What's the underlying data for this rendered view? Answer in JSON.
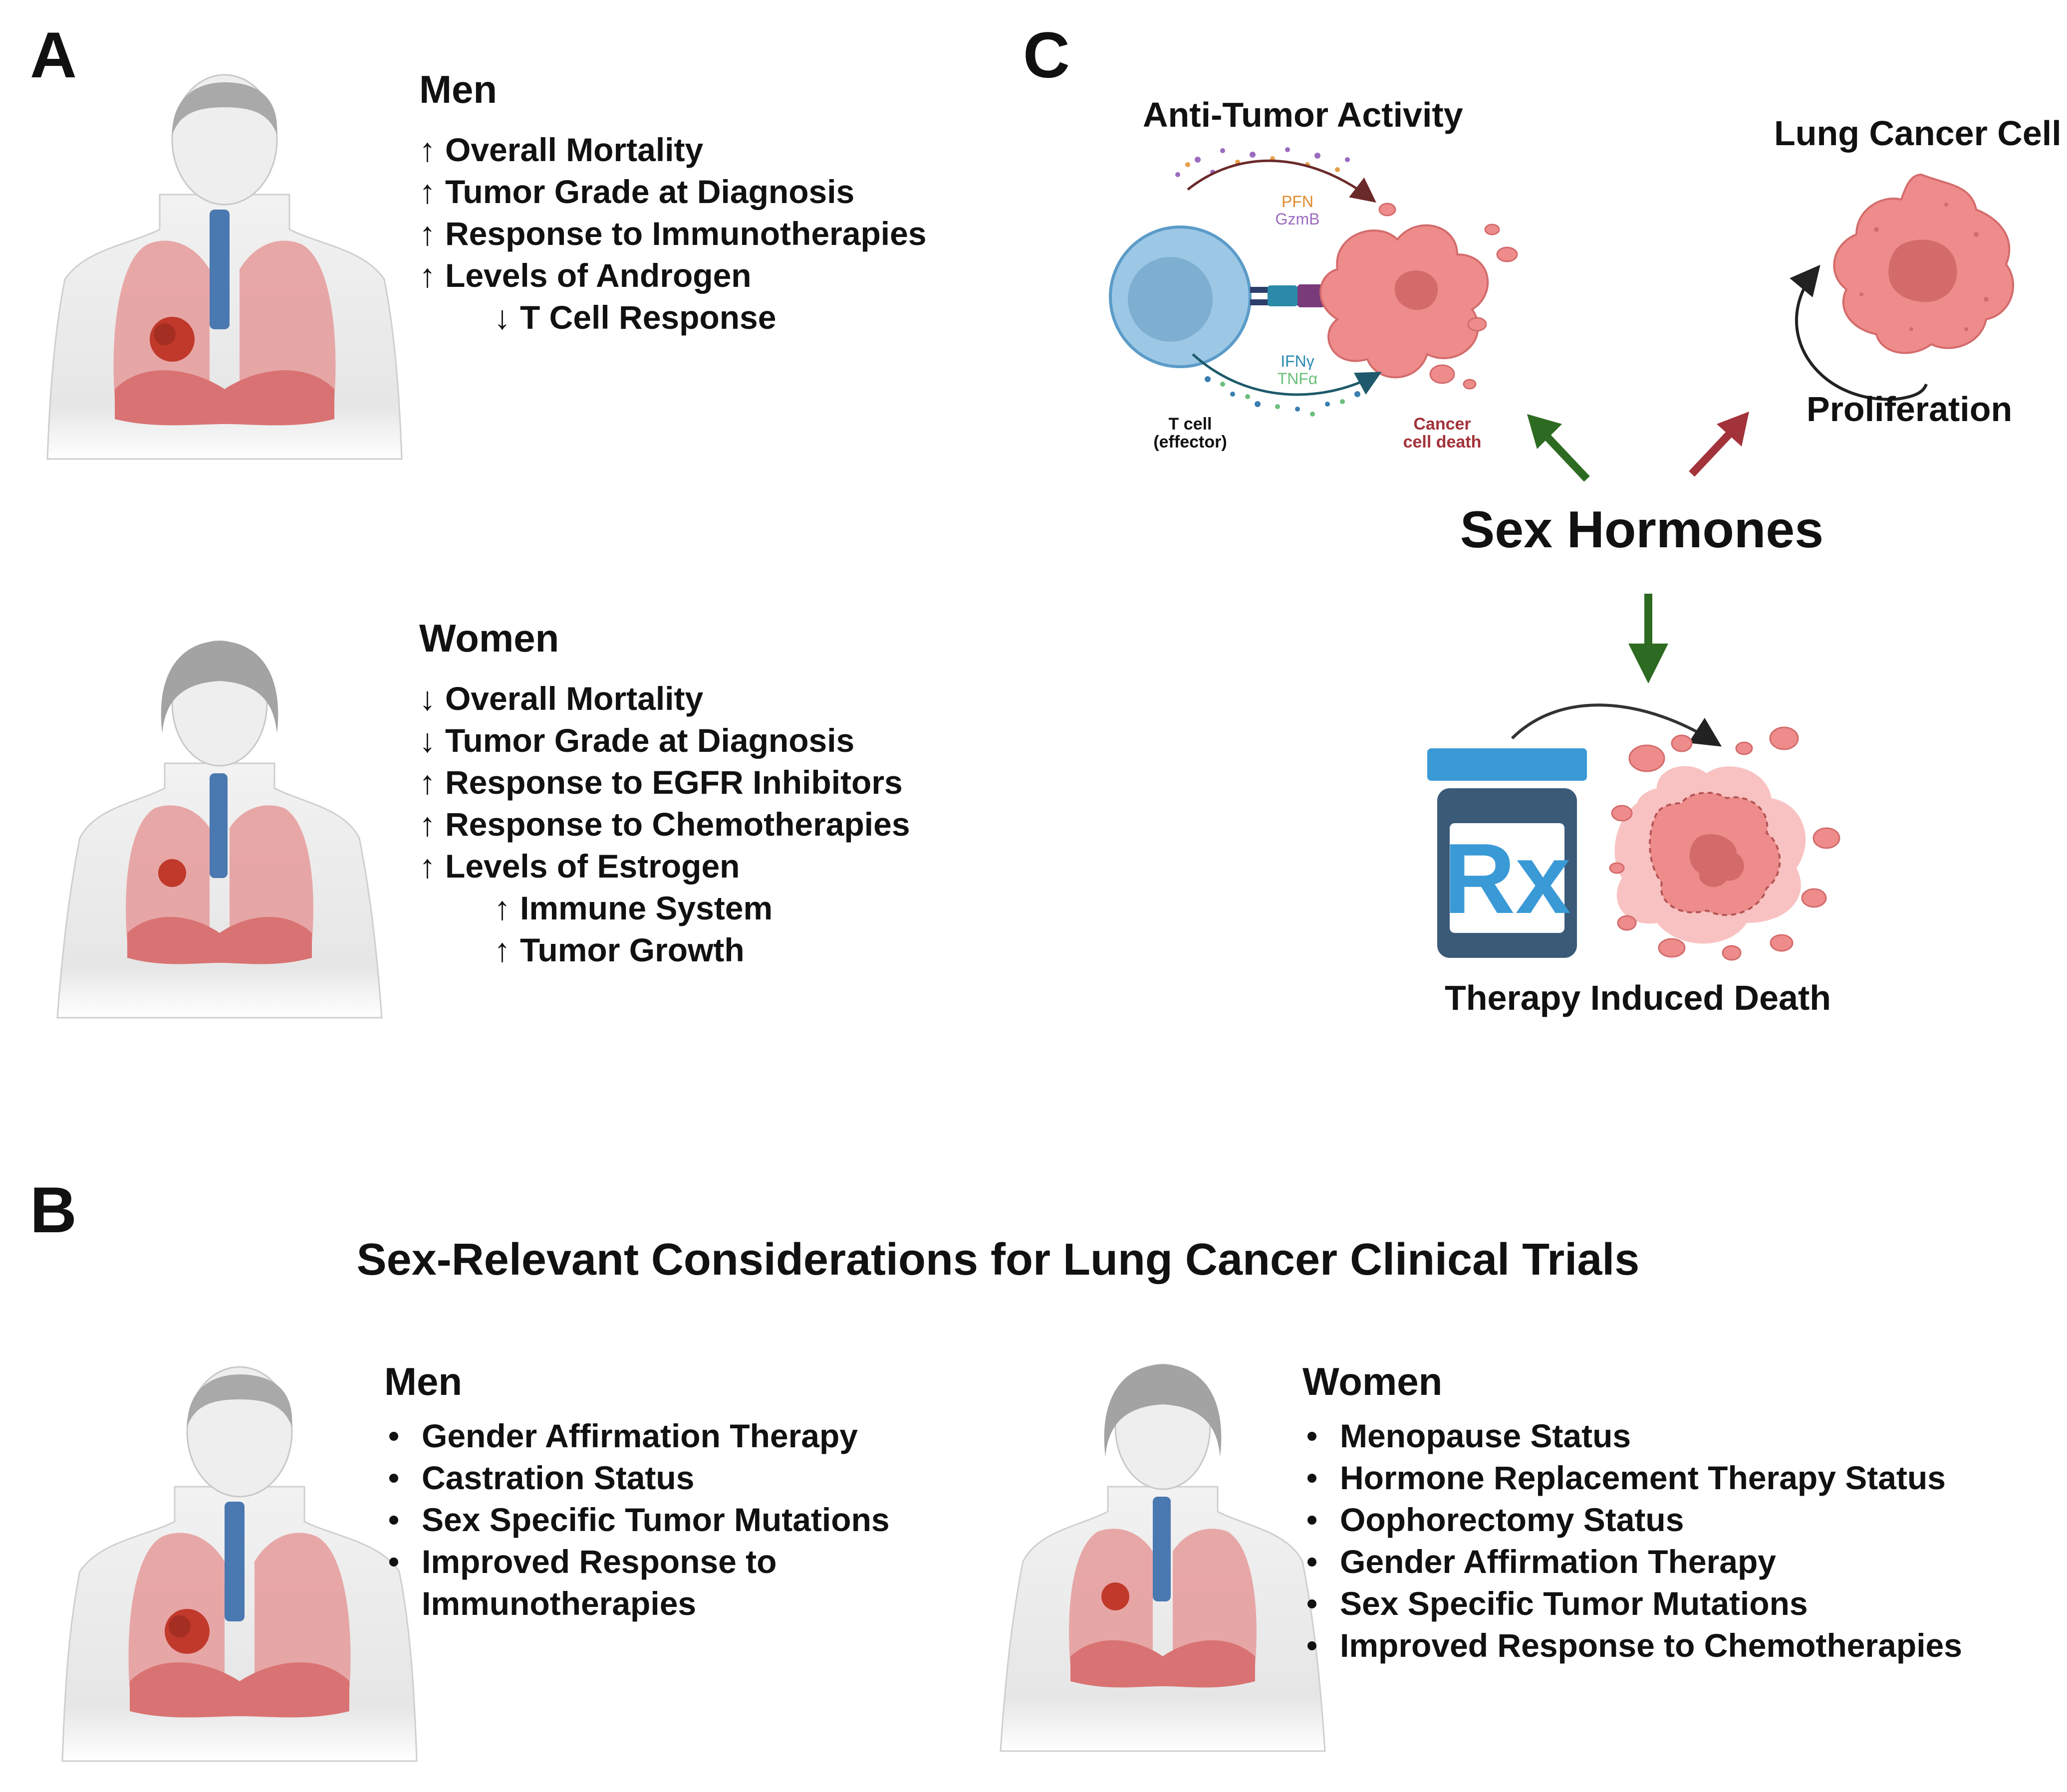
{
  "panel_a": {
    "letter": "A",
    "men": {
      "title": "Men",
      "items": [
        {
          "arrow": "↑",
          "text": "Overall Mortality"
        },
        {
          "arrow": "↑",
          "text": "Tumor Grade at Diagnosis"
        },
        {
          "arrow": "↑",
          "text": "Response to Immunotherapies"
        },
        {
          "arrow": "↑",
          "text": "Levels of Androgen"
        },
        {
          "arrow": "↓",
          "text": "T Cell Response"
        }
      ]
    },
    "women": {
      "title": "Women",
      "items": [
        {
          "arrow": "↓",
          "text": "Overall Mortality"
        },
        {
          "arrow": "↓",
          "text": "Tumor Grade at Diagnosis"
        },
        {
          "arrow": "↑",
          "text": "Response to EGFR Inhibitors"
        },
        {
          "arrow": "↑",
          "text": "Response to Chemotherapies"
        },
        {
          "arrow": "↑",
          "text": "Levels of Estrogen"
        },
        {
          "arrow": "↑",
          "text": "Immune System"
        },
        {
          "arrow": "↑",
          "text": "Tumor Growth"
        }
      ]
    }
  },
  "panel_b": {
    "letter": "B",
    "title": "Sex-Relevant Considerations for Lung Cancer Clinical Trials",
    "men": {
      "title": "Men",
      "items": [
        "Gender Affirmation Therapy",
        "Castration Status",
        "Sex Specific Tumor Mutations",
        "Improved Response to",
        "Immunotherapies"
      ]
    },
    "women": {
      "title": "Women",
      "items": [
        "Menopause Status",
        "Hormone Replacement Therapy Status",
        "Oophorectomy Status",
        "Gender Affirmation Therapy",
        "Sex Specific Tumor Mutations",
        "Improved Response to Chemotherapies"
      ]
    }
  },
  "panel_c": {
    "letter": "C",
    "anti_tumor_title": "Anti-Tumor Activity",
    "lung_cancer_cell_title": "Lung Cancer Cell",
    "proliferation": "Proliferation",
    "center": "Sex Hormones",
    "therapy": "Therapy Induced Death",
    "pfn": "PFN",
    "gzmb": "GzmB",
    "ifng": "IFNγ",
    "tnfa": "TNFα",
    "tcell_line1": "T cell",
    "tcell_line2": "(effector)",
    "cancer_line1": "Cancer",
    "cancer_line2": "cell death",
    "rx": "Rx"
  },
  "colors": {
    "lung": "#e69a9a",
    "airway": "#4a78b0",
    "tumor": "#c0392b",
    "body": "#ececec",
    "green_arrow": "#2e6b22",
    "red_arrow": "#a3333a",
    "tcell": "#9cc8e6",
    "cancer_cell": "#ee8c8c",
    "bottle": "#3a5a78",
    "bottle_cap": "#3a9ad6"
  }
}
